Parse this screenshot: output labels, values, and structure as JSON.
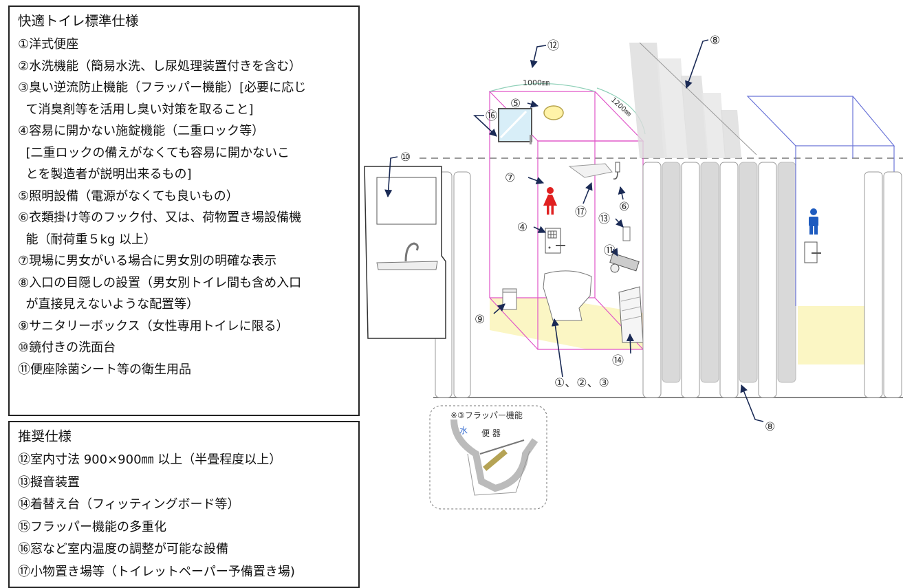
{
  "standard_spec": {
    "title": "快適トイレ標準仕様",
    "items": [
      "①洋式便座",
      "②水洗機能（簡易水洗、し尿処理装置付きを含む）",
      "③臭い逆流防止機能（フラッパー機能）[必要に応じ",
      "  て消臭剤等を活用し臭い対策を取ること]",
      "④容易に開かない施錠機能（二重ロック等）",
      "  [二重ロックの備えがなくても容易に開かないこ",
      "  とを製造者が説明出来るもの]",
      "⑤照明設備（電源がなくても良いもの）",
      "⑥衣類掛け等のフック付、又は、荷物置き場設備機",
      "  能（耐荷重５kg 以上）",
      "⑦現場に男女がいる場合に男女別の明確な表示",
      "⑧入口の目隠しの設置（男女別トイレ間も含め入口",
      "  が直接見えないような配置等）",
      "⑨サニタリーボックス（女性専用トイレに限る）",
      "⑩鏡付きの洗面台",
      "⑪便座除菌シート等の衛生用品"
    ]
  },
  "recommended_spec": {
    "title": "推奨仕様",
    "items": [
      "⑫室内寸法 900×900㎜ 以上（半畳程度以上）",
      "⑬擬音装置",
      "⑭着替え台（フィッティングボード等）",
      "⑮フラッパー機能の多重化",
      "⑯窓など室内温度の調整が可能な設備",
      "⑰小物置き場等（トイレットペーパー予備置き場)"
    ]
  },
  "diagram": {
    "dim_width": "1000㎜",
    "dim_depth": "1200㎜",
    "flapper_caption": "※③フラッパー機能",
    "flapper_water": "水",
    "flapper_toilet": "便 器",
    "callouts": {
      "c1": "⑫",
      "c2": "⑧",
      "c3": "⑤",
      "c4": "⑯",
      "c5": "⑩",
      "c6": "⑦",
      "c7": "⑰",
      "c8": "⑥",
      "c9": "④",
      "c10": "⑬",
      "c11": "⑪",
      "c12": "⑨",
      "c13": "⑭",
      "c14": "①、②、③",
      "c15": "⑧"
    },
    "colors": {
      "booth_outline": "#e055c8",
      "floor": "#fbf6c4",
      "female_icon": "#e02020",
      "male_icon": "#1e5bbf",
      "right_booth_outline": "#6a74d8",
      "panel_gray": "#d9d9d9",
      "water_text": "#3a6fd0"
    },
    "icons": [
      "female-toilet-icon",
      "male-toilet-icon",
      "lock-icon",
      "light-icon",
      "window-icon",
      "hook-icon"
    ]
  }
}
